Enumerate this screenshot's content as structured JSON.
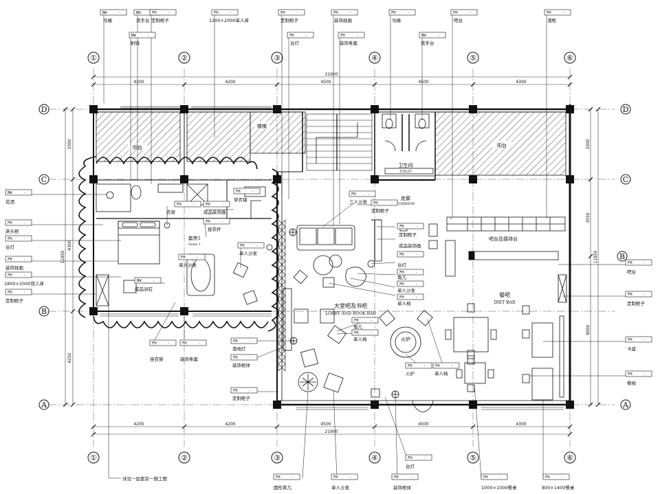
{
  "grid": {
    "cols": [
      "①",
      "②",
      "③",
      "④",
      "⑤",
      "⑥"
    ],
    "rows": [
      "D",
      "C",
      "B",
      "A"
    ]
  },
  "dimensions": {
    "top_segments": [
      "4200",
      "4200",
      "4500",
      "4500",
      "4300"
    ],
    "top_total": "21900",
    "bottom_segments": [
      "4200",
      "4200",
      "4500",
      "4500",
      "4300"
    ],
    "bottom_total": "21900",
    "left_segments": [
      "3300",
      "4300",
      "4250"
    ],
    "left_total": "11850",
    "right_segments": [
      "3300",
      "3550",
      "8000"
    ],
    "right_total": "11850"
  },
  "rooms": {
    "suite_cn": "套房1",
    "suite_en": "Suite 1",
    "lobby_cn": "大堂吧及书吧",
    "lobby_en": "LOBBY AND BOOK BAR",
    "dining_cn": "餐吧",
    "dining_en": "DIET BAR",
    "toilet_cn": "卫生间",
    "toilet_en": "TOILET",
    "corridor_cn": "走廊",
    "corridor_en": "CORRIDOR",
    "bar_cn": "吧台及接待台",
    "balcony_cn": "阳台",
    "terrace_cn": "阳台",
    "fireplace_cn": "火炉",
    "stair_label": "楼梯"
  },
  "top_tags": [
    {
      "code": "BW",
      "label": "马桶"
    },
    {
      "code": "BW",
      "label": "洗手台"
    },
    {
      "code": "BW",
      "label": "射镜"
    },
    {
      "code": "FH",
      "label": "定制柜子"
    },
    {
      "code": "FH",
      "label": "1200×2000单人床"
    },
    {
      "code": "FH",
      "label": "定制柜子"
    },
    {
      "code": "FH",
      "label": "台灯"
    },
    {
      "code": "FH",
      "label": "装饰挂画"
    },
    {
      "code": "FH",
      "label": "装饰条案"
    },
    {
      "code": "FH",
      "label": "马桶"
    },
    {
      "code": "BW",
      "label": "洗手台"
    },
    {
      "code": "FH",
      "label": "吧台"
    },
    {
      "code": "FH",
      "label": "酒柜"
    }
  ],
  "left_tags": [
    {
      "code": "BW",
      "label": "花洒"
    },
    {
      "code": "FH",
      "label": "床头柜"
    },
    {
      "code": "FH",
      "label": "台灯"
    },
    {
      "code": "FH",
      "label": "装饰挂画"
    },
    {
      "code": "FH",
      "label": "1800×2000双人床"
    },
    {
      "code": "FH",
      "label": "定制柜子"
    }
  ],
  "center_tags": [
    {
      "code": "FH",
      "label": "衣架"
    },
    {
      "code": "FH",
      "label": "成品装饰画"
    },
    {
      "code": "FH",
      "label": "穿衣镜"
    },
    {
      "code": "FH",
      "label": "挂衣杆"
    },
    {
      "code": "FH",
      "label": "单人沙发"
    },
    {
      "code": "FH",
      "label": "单人沙发"
    },
    {
      "code": "BW",
      "label": "成品浴缸"
    },
    {
      "code": "FH",
      "label": "三人沙发"
    },
    {
      "code": "FH",
      "label": "定制柜子"
    }
  ],
  "right_tags": [
    {
      "code": "FH",
      "label": "定制柜子"
    },
    {
      "code": "FH",
      "label": "成品装饰画"
    },
    {
      "code": "FH",
      "label": "台灯"
    },
    {
      "code": "FH",
      "label": "角几"
    },
    {
      "code": "FH",
      "label": "单人沙发"
    },
    {
      "code": "FH",
      "label": "单人椅"
    },
    {
      "code": "FH",
      "label": "吧台"
    },
    {
      "code": "FH",
      "label": "定制柜子"
    },
    {
      "code": "FH",
      "label": "卡座"
    },
    {
      "code": "FH",
      "label": "餐椅"
    }
  ],
  "lower_tags": [
    {
      "code": "FH",
      "label": "角几"
    },
    {
      "code": "FH",
      "label": "单人椅"
    },
    {
      "code": "FH",
      "label": "落地灯"
    },
    {
      "code": "FH",
      "label": "装饰柜体"
    },
    {
      "code": "FH",
      "label": "火炉"
    },
    {
      "code": "FH",
      "label": "单人椅"
    },
    {
      "code": "FH",
      "label": "定制柜子"
    },
    {
      "code": "FH",
      "label": "挂衣架"
    },
    {
      "code": "FH",
      "label": "装饰条案"
    }
  ],
  "bottom_tags": [
    {
      "code": "FH",
      "label": "台灯"
    },
    {
      "code": "FH",
      "label": "圆形茶几"
    },
    {
      "code": "FH",
      "label": "单人沙发"
    },
    {
      "code": "FH",
      "label": "装饰柜体"
    },
    {
      "code": "FH",
      "label": "1000×1000餐桌"
    },
    {
      "code": "FH",
      "label": "800×1400餐桌"
    }
  ],
  "footnote": "详见一层套房一施工图"
}
